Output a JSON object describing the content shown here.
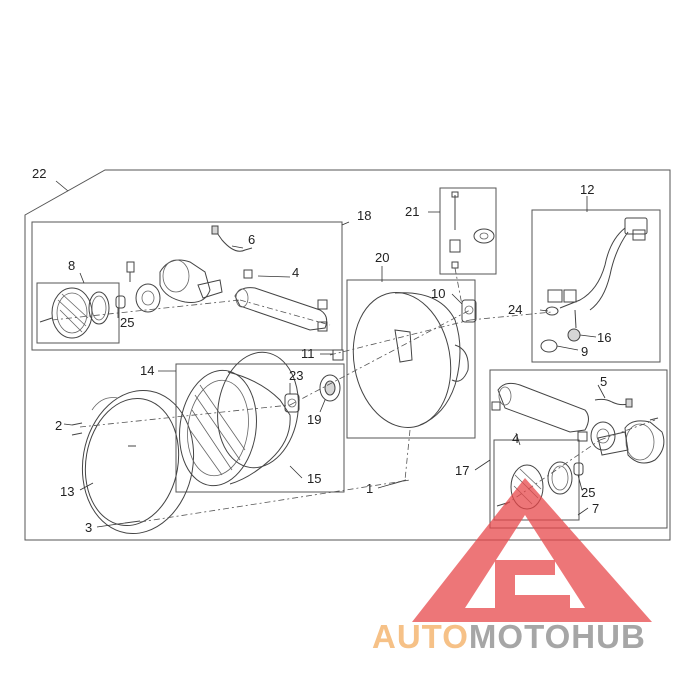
{
  "callouts": {
    "c1": "1",
    "c2": "2",
    "c3": "3",
    "c4a": "4",
    "c4b": "4",
    "c5": "5",
    "c6": "6",
    "c7": "7",
    "c8": "8",
    "c9": "9",
    "c10": "10",
    "c11": "11",
    "c12": "12",
    "c13": "13",
    "c14": "14",
    "c15": "15",
    "c16": "16",
    "c17": "17",
    "c18": "18",
    "c19": "19",
    "c20": "20",
    "c21": "21",
    "c22": "22",
    "c23": "23",
    "c24": "24",
    "c25a": "25",
    "c25b": "25"
  },
  "watermark": {
    "part1": "AUTO",
    "part2": "MOTO",
    "part3": "HUB",
    "color_orange": "#f5b977",
    "color_gray": "#9a9a9a",
    "color_red": "#e8484a"
  }
}
